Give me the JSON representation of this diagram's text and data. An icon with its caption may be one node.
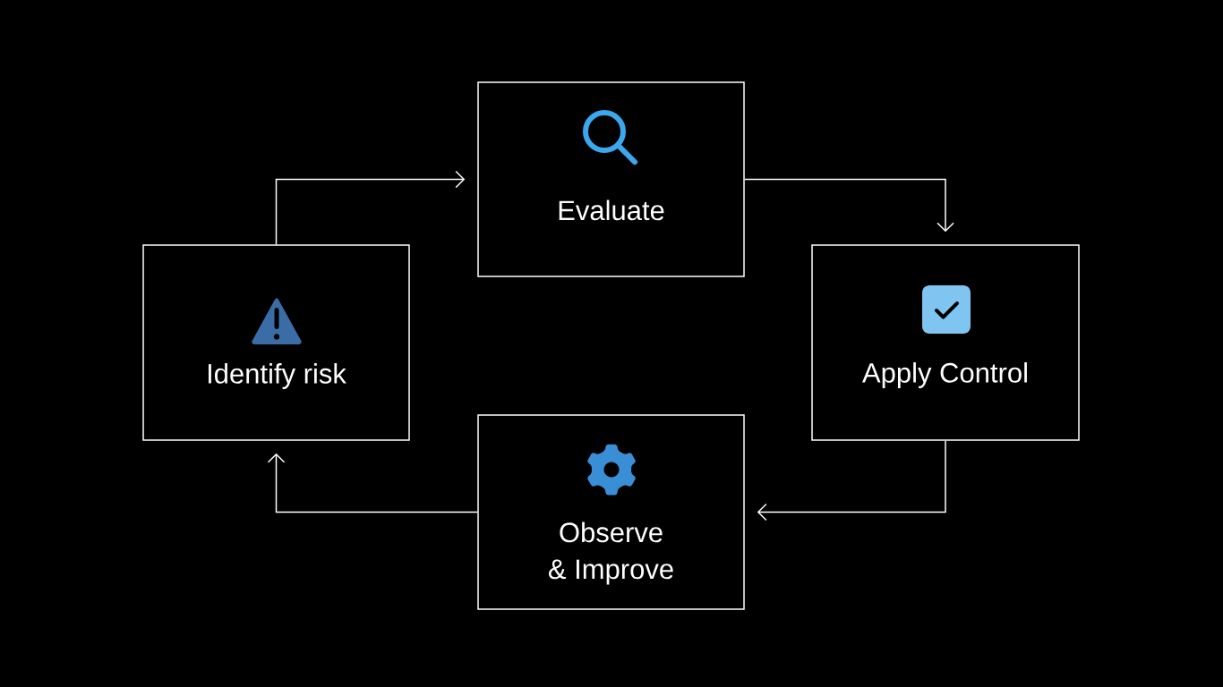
{
  "diagram": {
    "nodes": [
      {
        "text": [
          "Evaluate"
        ]
      },
      {
        "text": [
          "Identify risk"
        ]
      },
      {
        "text": [
          "Apply Control"
        ]
      },
      {
        "text": [
          "Observe & Improve"
        ]
      }
    ],
    "edges": [
      {
        "from": 1,
        "to": 0,
        "arrow": "to"
      },
      {
        "from": 0,
        "to": 2,
        "arrow": "to"
      },
      {
        "from": 2,
        "to": 3,
        "arrow": "to"
      },
      {
        "from": 3,
        "to": 1,
        "arrow": "to"
      }
    ]
  }
}
